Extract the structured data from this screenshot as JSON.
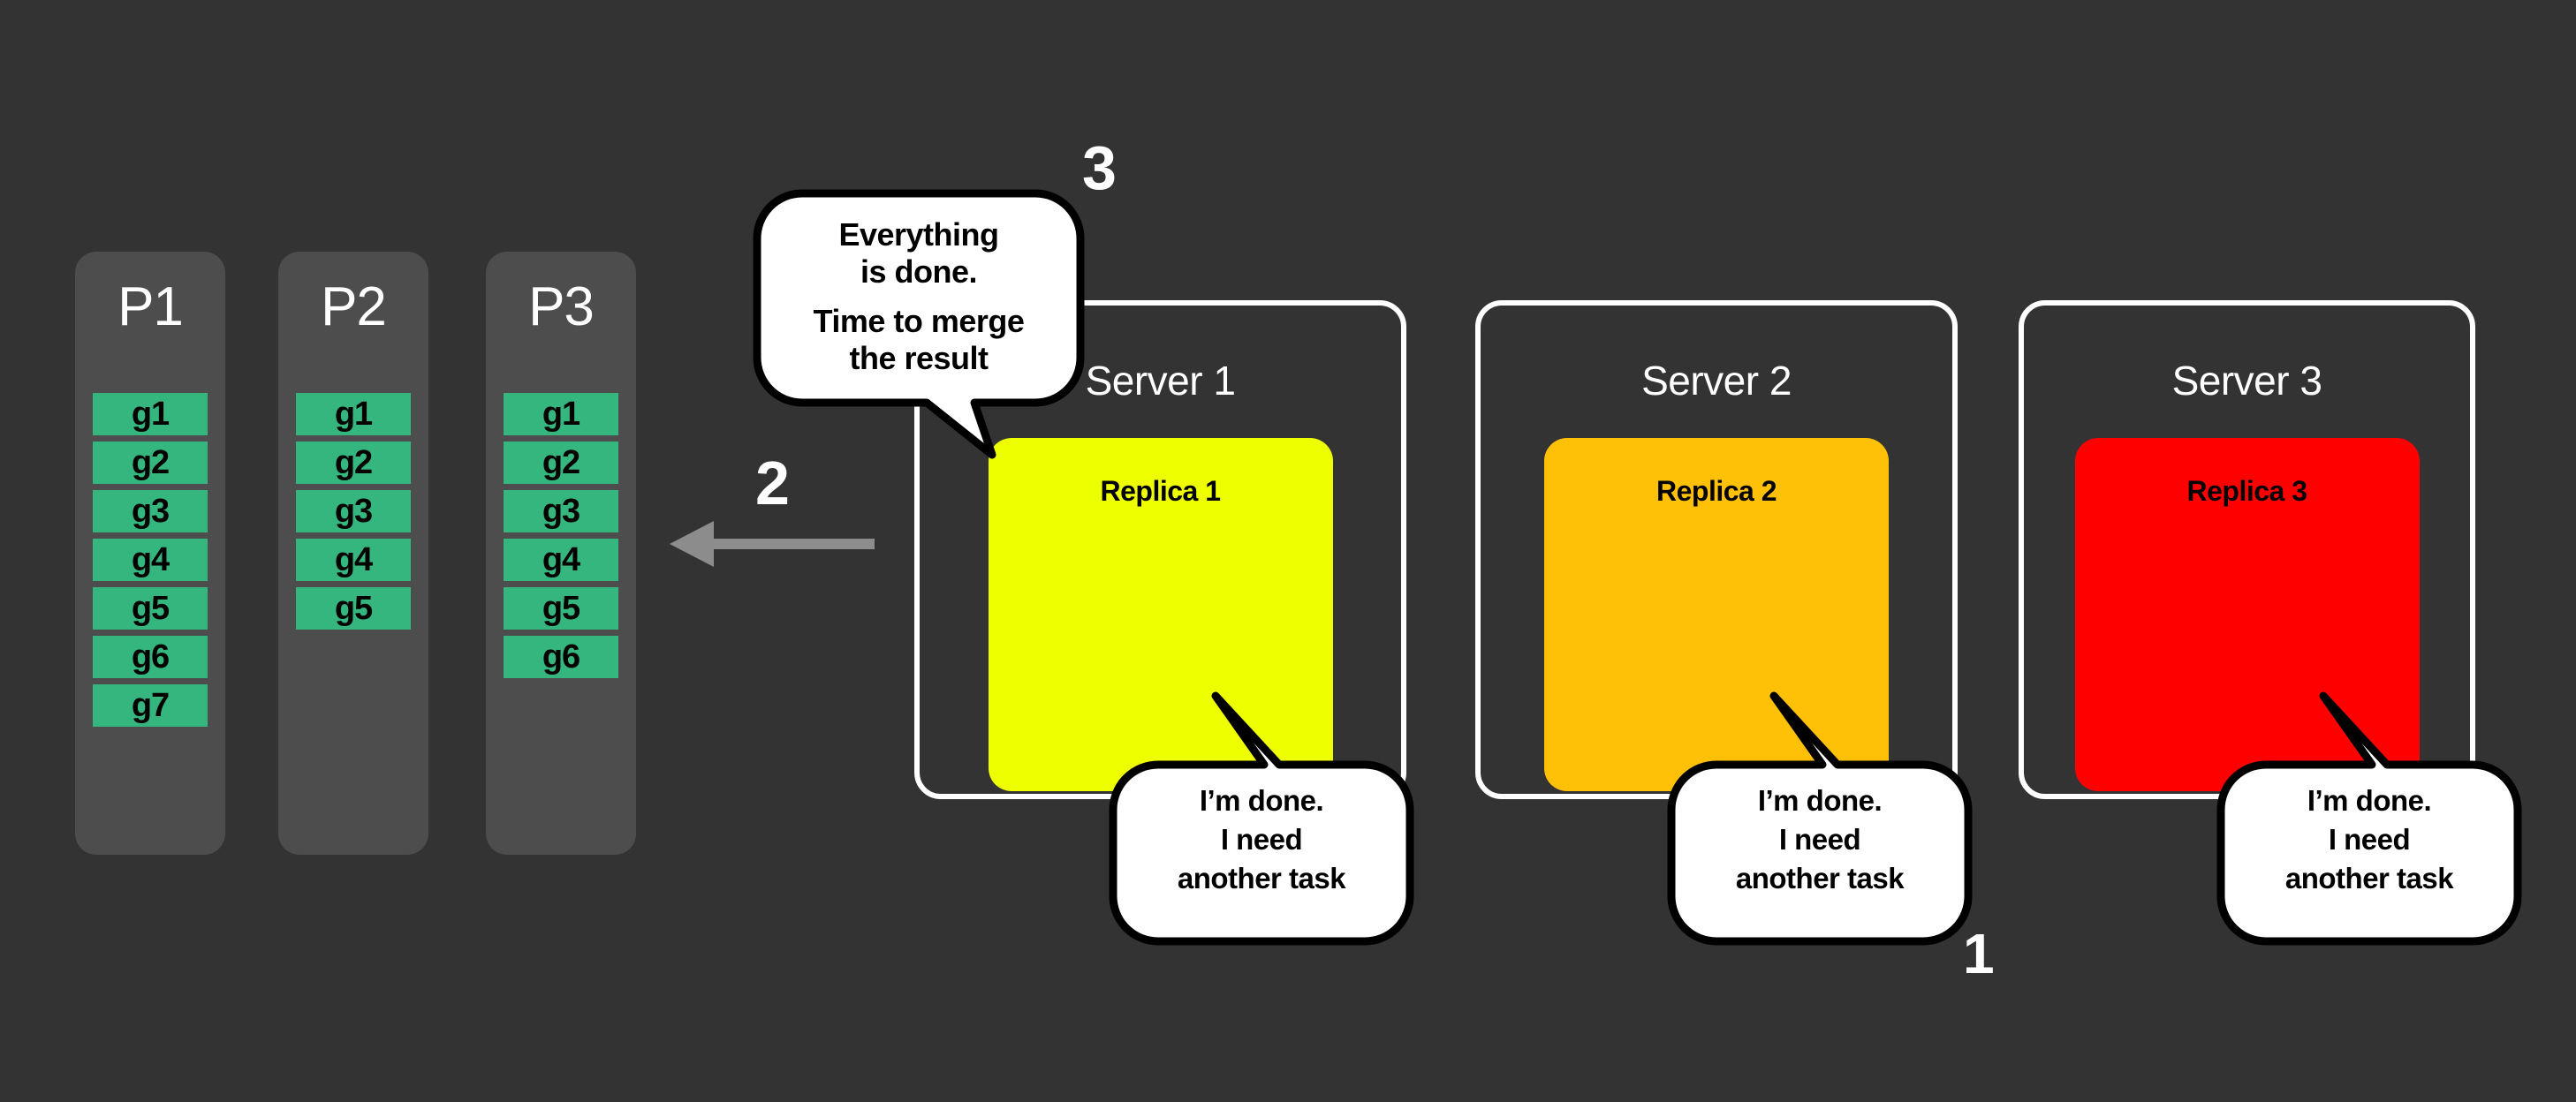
{
  "background_color": "#333333",
  "partitions": [
    {
      "title": "P1",
      "tiles": [
        "g1",
        "g2",
        "g3",
        "g4",
        "g5",
        "g6",
        "g7"
      ]
    },
    {
      "title": "P2",
      "tiles": [
        "g1",
        "g2",
        "g3",
        "g4",
        "g5"
      ]
    },
    {
      "title": "P3",
      "tiles": [
        "g1",
        "g2",
        "g3",
        "g4",
        "g5",
        "g6"
      ]
    }
  ],
  "partition_colors": {
    "panel": "#4d4d4d",
    "tile": "#35b67e",
    "title": "#ffffff"
  },
  "servers": [
    {
      "title": "Server 1",
      "replica_label": "Replica 1",
      "replica_color": "#eeff00"
    },
    {
      "title": "Server 2",
      "replica_label": "Replica 2",
      "replica_color": "#ffc107"
    },
    {
      "title": "Server 3",
      "replica_label": "Replica 3",
      "replica_color": "#ff0000"
    }
  ],
  "merge_bubble": {
    "line1": "Everything",
    "line2": "is done.",
    "line3": "Time to merge",
    "line4": "the result"
  },
  "done_bubble": {
    "line1": "I’m done.",
    "line2": "I need",
    "line3": "another task"
  },
  "markers": {
    "one": "1",
    "two": "2",
    "three": "3"
  },
  "arrow": {
    "color": "#8c8c8c",
    "direction": "left"
  }
}
